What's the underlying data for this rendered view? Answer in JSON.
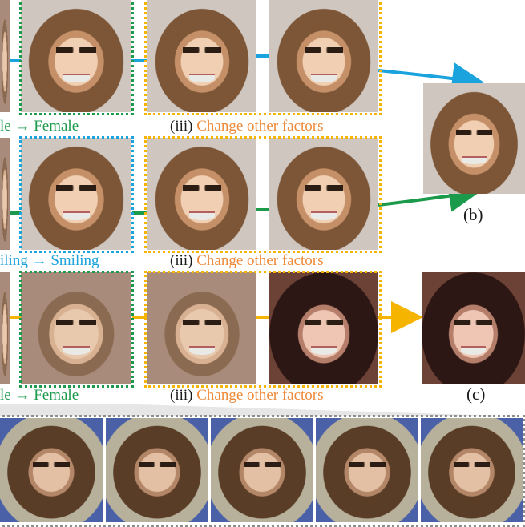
{
  "captions": {
    "row1_left": "le → Female",
    "row2_left": "iling → Smiling",
    "row3_left": "le → Female",
    "iii_prefix": "(iii) ",
    "iii_text": "Change other factors",
    "label_b": "(b)",
    "label_c": "(c)"
  },
  "colors": {
    "green": "#1a9a4a",
    "blue": "#1aa3dc",
    "orange": "#f5b400",
    "orange_text": "#ee8a3a",
    "gray": "#8c8c8c"
  }
}
